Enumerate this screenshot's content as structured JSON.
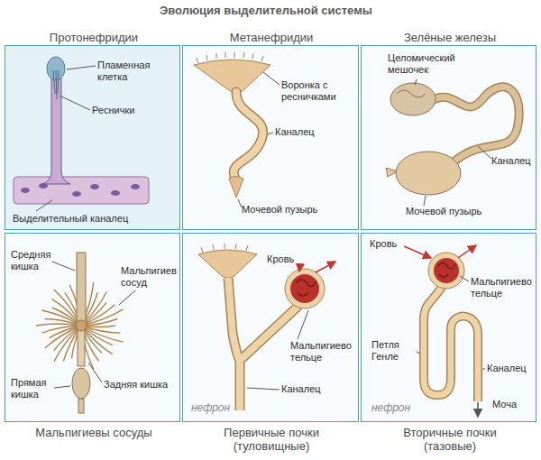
{
  "diagram": {
    "title": "Эволюция выделительной системы",
    "nodes": [
      {
        "text": [
          "Протонефридии"
        ]
      },
      {
        "text": [
          "Метанефридии"
        ]
      },
      {
        "text": [
          "Зелёные железы"
        ]
      },
      {
        "text": [
          "Мальпигиевы сосуды"
        ]
      },
      {
        "text": [
          "Первичные почки (туловищные)"
        ]
      },
      {
        "text": [
          "Вторичные почки (тазовые)"
        ]
      }
    ],
    "labels": [
      "Пламенная клетка",
      "Реснички",
      "Выделительный каналец",
      "Воронка с ресничками",
      "Каналец",
      "Мочевой пузырь",
      "Целомический мешочек",
      "Каналец",
      "Мочевой пузырь",
      "Средняя кишка",
      "Мальпигиев сосуд",
      "Прямая кишка",
      "Задняя кишка",
      "Кровь",
      "Мальпигиево тельце",
      "Каналец",
      "нефрон",
      "Кровь",
      "Мальпигиево тельце",
      "Петля Генле",
      "Каналец",
      "Моча",
      "нефрон"
    ]
  }
}
